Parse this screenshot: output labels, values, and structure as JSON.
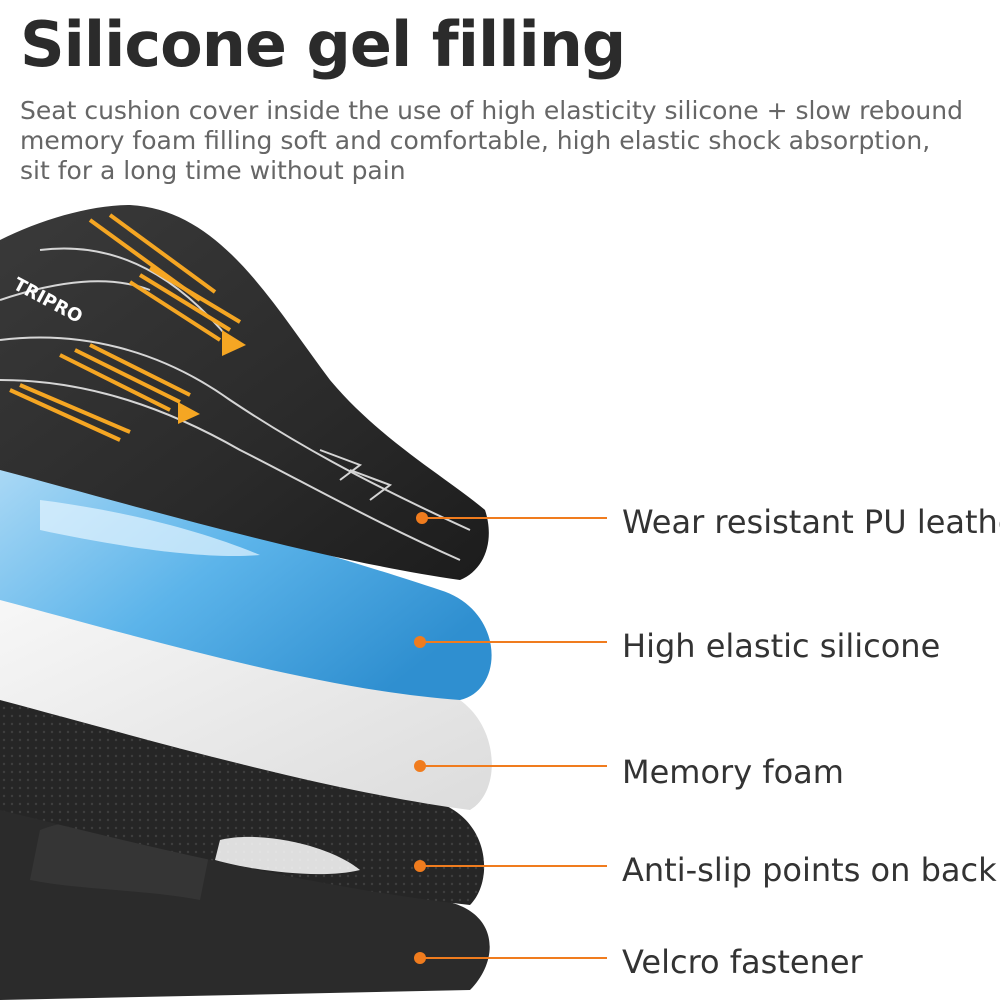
{
  "title": "Silicone gel filling",
  "description": [
    "Seat cushion cover inside the use of high elasticity silicone + slow rebound",
    "memory foam filling soft and comfortable, high elastic shock absorption,",
    "sit for a long time without pain"
  ],
  "brand_mark": "TRIPRO",
  "callouts": [
    {
      "label": "Wear resistant PU leather"
    },
    {
      "label": "High elastic silicone"
    },
    {
      "label": "Memory foam"
    },
    {
      "label": "Anti-slip points on back"
    },
    {
      "label": "Velcro fastener"
    }
  ],
  "colors": {
    "accent": "#f07c1e",
    "stripe": "#f5a623",
    "leather": "#2d2d2d",
    "silicone": "#4aa8e0",
    "foam": "#eeeeee",
    "mesh": "#222222"
  }
}
